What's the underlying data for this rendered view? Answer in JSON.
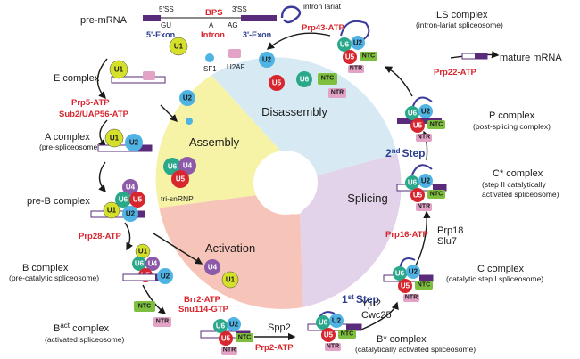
{
  "sections": {
    "disassembly": "Disassembly",
    "assembly": "Assembly",
    "activation": "Activation",
    "splicing": "Splicing"
  },
  "steps": {
    "first": "1",
    "first_sup": "st",
    "second": "2",
    "second_sup": "nd",
    "word": "Step"
  },
  "complexes": {
    "pre_mrna": {
      "name": "pre-mRNA"
    },
    "e": {
      "name": "E complex"
    },
    "a": {
      "name": "A complex",
      "sub": "(pre-spliceosome)"
    },
    "pre_b": {
      "name": "pre-B complex"
    },
    "b": {
      "name": "B complex",
      "sub": "(pre-catalytic spliceosome)"
    },
    "bact": {
      "name": "B",
      "sup": "act",
      "name_rest": " complex",
      "sub": "(activated spliceosome)"
    },
    "bstar": {
      "name": "B* complex",
      "sub": "(catalytically activated spliceosome)"
    },
    "c": {
      "name": "C complex",
      "sub": "(catalytic step I spliceosome)"
    },
    "cstar": {
      "name": "C* complex",
      "sub1": "(step II catalytically",
      "sub2": "activated spliceosome)"
    },
    "p": {
      "name": "P complex",
      "sub": "(post-splicing complex)"
    },
    "ils": {
      "name": "ILS complex",
      "sub": "(intron-lariat spliceosome)"
    },
    "mature": {
      "name": "mature mRNA"
    }
  },
  "atp": {
    "prp5": "Prp5-ATP",
    "sub2": "Sub2/UAP56-ATP",
    "prp28": "Prp28-ATP",
    "brr2": "Brr2-ATP",
    "snu114": "Snu114-GTP",
    "prp2": "Prp2-ATP",
    "prp16": "Prp16-ATP",
    "prp22": "Prp22-ATP",
    "prp43": "Prp43-ATP"
  },
  "factors": {
    "spp2": "Spp2",
    "yju2": "Yju2",
    "cwc25": "Cwc25",
    "prp18": "Prp18",
    "slu7": "Slu7",
    "tri_snrnp": "tri-snRNP",
    "intron_lariat": "intron lariat",
    "sf1": "SF1",
    "u2af": "U2AF"
  },
  "pre_mrna": {
    "ss5": "5'SS",
    "ss3": "3'SS",
    "gu": "GU",
    "ag": "AG",
    "bps": "BPS",
    "a": "A",
    "exon5": "5'-Exon",
    "intron": "Intron",
    "exon3": "3'-Exon"
  },
  "snrnp": {
    "u1": "U1",
    "u2": "U2",
    "u4": "U4",
    "u5": "U5",
    "u6": "U6",
    "ntc": "NTC",
    "ntr": "NTR"
  },
  "colors": {
    "u1": "#d4e02a",
    "u2": "#4fb3e3",
    "u4": "#8c5aa8",
    "u5": "#d8262e",
    "u6": "#2aa88a",
    "ntc": "#7fbf3f",
    "ntr": "#e2a3c7",
    "disassembly": "#d7eaf3",
    "assembly": "#f6f3a6",
    "activation": "#f6c4b8",
    "splicing": "#e3d3ea",
    "exon": "#5a2b7a",
    "atp_red": "#d7262e",
    "step_blue": "#2b3d8f"
  }
}
